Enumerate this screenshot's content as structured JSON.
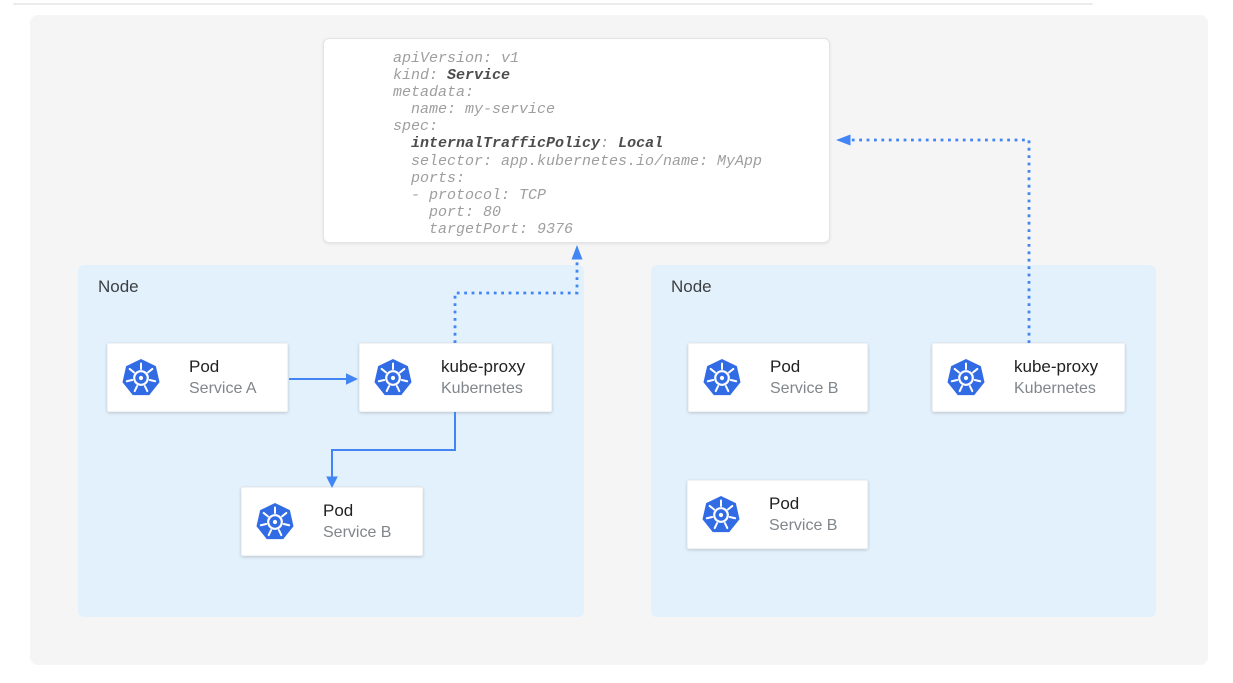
{
  "colors": {
    "arrow_blue": "#4285f4",
    "kubernetes_blue": "#326ce5",
    "node_background": "#e3f1fc",
    "panel_background": "#f5f5f6",
    "yaml_normal_text": "#9e9e9e",
    "yaml_bold_text": "#4d4d4d"
  },
  "yaml": {
    "lines": [
      {
        "n1": "apiVersion: v1"
      },
      {
        "n1": "kind: ",
        "b1": "Service"
      },
      {
        "n1": "metadata:"
      },
      {
        "n1": "  name: my-service"
      },
      {
        "n1": "spec:"
      },
      {
        "n1": "  ",
        "b1": "internalTrafficPolicy",
        "n2": ": ",
        "b2": "Local"
      },
      {
        "n1": "  selector: app.kubernetes.io/name: MyApp"
      },
      {
        "n1": "  ports:"
      },
      {
        "n1": "  - protocol: TCP"
      },
      {
        "n1": "    port: 80"
      },
      {
        "n1": "    targetPort: 9376"
      }
    ]
  },
  "nodes": [
    {
      "label": "Node",
      "cards": [
        {
          "title": "Pod",
          "subtitle": "Service A",
          "icon": "kubernetes-logo"
        },
        {
          "title": "kube-proxy",
          "subtitle": "Kubernetes",
          "icon": "kubernetes-logo"
        },
        {
          "title": "Pod",
          "subtitle": "Service B",
          "icon": "kubernetes-logo"
        }
      ]
    },
    {
      "label": "Node",
      "cards": [
        {
          "title": "Pod",
          "subtitle": "Service B",
          "icon": "kubernetes-logo"
        },
        {
          "title": "kube-proxy",
          "subtitle": "Kubernetes",
          "icon": "kubernetes-logo"
        },
        {
          "title": "Pod",
          "subtitle": "Service B",
          "icon": "kubernetes-logo"
        }
      ]
    }
  ]
}
